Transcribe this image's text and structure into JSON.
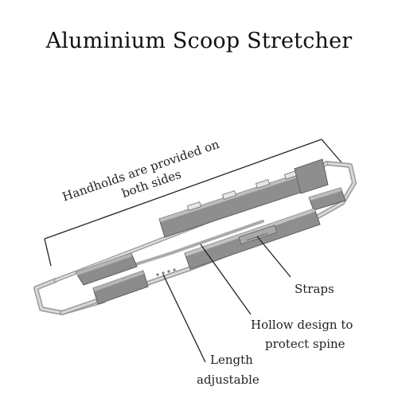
{
  "title": "Aluminium Scoop Stretcher",
  "labels": {
    "handholds_line1": "Handholds are provided on",
    "handholds_line2": "both sides",
    "straps": "Straps",
    "hollow_line1": "Hollow design to",
    "hollow_line2": "protect spine",
    "length_line1": "Length",
    "length_line2": "adjustable"
  },
  "colors": {
    "frame": "#c9c9c9",
    "frame_dark": "#8a8a8a",
    "pad": "#9a9a9a",
    "pad_dark": "#6f6f6f",
    "line": "#222222"
  }
}
